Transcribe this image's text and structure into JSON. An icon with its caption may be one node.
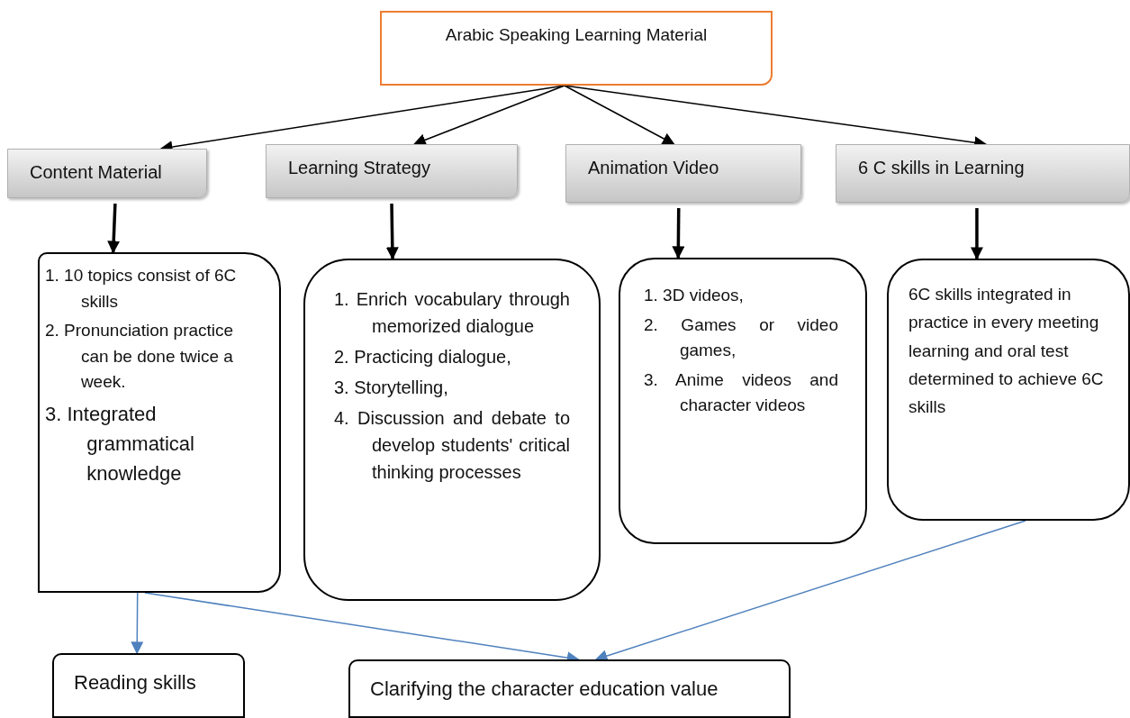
{
  "diagram": {
    "nodes": [
      {
        "text": [
          "Arabic Speaking Learning Material"
        ]
      },
      {
        "text": [
          "Content Material"
        ]
      },
      {
        "text": [
          "Learning Strategy"
        ]
      },
      {
        "text": [
          "Animation Video"
        ]
      },
      {
        "text": [
          "6 C skills in Learning"
        ]
      },
      {
        "text": [
          "1. 10 topics consist of 6C skills",
          "2. Pronunciation practice can be done twice a week.",
          "3. Integrated grammatical knowledge"
        ]
      },
      {
        "text": [
          "1. Enrich vocabulary through memorized dialogue",
          "2. Practicing dialogue,",
          "3. Storytelling,",
          "4. Discussion and debate to develop students' critical thinking processes"
        ]
      },
      {
        "text": [
          "1. 3D videos,",
          "2. Games or video games,",
          "3. Anime videos and character videos"
        ]
      },
      {
        "text": [
          "6C skills integrated in practice in every meeting learning and oral test determined to achieve 6C skills"
        ]
      },
      {
        "text": [
          "Reading skills"
        ]
      },
      {
        "text": [
          "Clarifying the character education value"
        ]
      }
    ],
    "edges": [
      {
        "from": 0,
        "to": 1,
        "arrow": "to"
      },
      {
        "from": 0,
        "to": 2,
        "arrow": "to"
      },
      {
        "from": 0,
        "to": 3,
        "arrow": "to"
      },
      {
        "from": 0,
        "to": 4,
        "arrow": "to"
      },
      {
        "from": 1,
        "to": 5,
        "arrow": "to",
        "style": "thick"
      },
      {
        "from": 2,
        "to": 6,
        "arrow": "to",
        "style": "thick"
      },
      {
        "from": 3,
        "to": 7,
        "arrow": "to",
        "style": "thick"
      },
      {
        "from": 4,
        "to": 8,
        "arrow": "to",
        "style": "thick"
      },
      {
        "from": 5,
        "to": 9,
        "arrow": "to",
        "color": "#4f81bd"
      },
      {
        "from": 5,
        "to": 10,
        "arrow": "to",
        "color": "#4f81bd"
      },
      {
        "from": 8,
        "to": 10,
        "arrow": "to",
        "color": "#4f81bd"
      }
    ]
  }
}
